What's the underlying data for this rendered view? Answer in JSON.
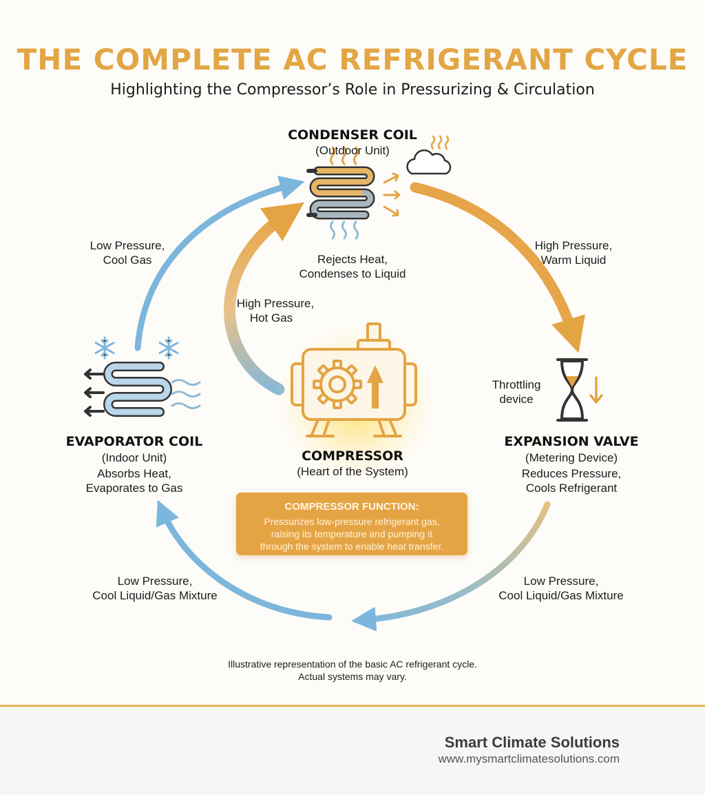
{
  "header": {
    "title": "THE COMPLETE AC REFRIGERANT CYCLE",
    "subtitle": "Highlighting the Compressor’s Role in Pressurizing & Circulation"
  },
  "components": {
    "condenser": {
      "name": "CONDENSER COIL",
      "location": "(Outdoor Unit)",
      "action_1": "Rejects Heat,",
      "action_2": "Condenses to Liquid"
    },
    "compressor": {
      "name": "COMPRESSOR",
      "location": "(Heart of the System)"
    },
    "evaporator": {
      "name": "EVAPORATOR COIL",
      "location": "(Indoor Unit)",
      "action_1": "Absorbs Heat,",
      "action_2": "Evaporates to Gas"
    },
    "expansion": {
      "name": "EXPANSION VALVE",
      "location": "(Metering Device)",
      "action_1": "Reduces Pressure,",
      "action_2": "Cools Refrigerant",
      "device_label_1": "Throttling",
      "device_label_2": "device"
    }
  },
  "flows": {
    "evap_to_cond": [
      "Low Pressure,",
      "Cool Gas"
    ],
    "comp_to_cond": [
      "High Pressure,",
      "Hot Gas"
    ],
    "cond_to_exp": [
      "High Pressure,",
      "Warm Liquid"
    ],
    "exp_to_bottom": [
      "Low Pressure,",
      "Cool Liquid/Gas Mixture"
    ],
    "bottom_to_evap": [
      "Low Pressure,",
      "Cool Liquid/Gas Mixture"
    ]
  },
  "function_box": {
    "heading": "COMPRESSOR FUNCTION:",
    "line_1": "Pressurizes low-pressure refrigerant gas,",
    "line_2": "raising its temperature and pumping it",
    "line_3": "through the system to enable heat transfer."
  },
  "note": {
    "line_1": "Illustrative representation of the basic AC refrigerant cycle.",
    "line_2": "Actual systems may vary."
  },
  "footer": {
    "brand": "Smart Climate Solutions",
    "url": "www.mysmartclimatesolutions.com"
  },
  "icons": [
    "condenser-coil-icon",
    "cloud-icon",
    "compressor-icon",
    "gear-icon",
    "up-arrow-icon",
    "evaporator-coil-icon",
    "snowflake-icon",
    "hourglass-icon",
    "down-arrow-icon",
    "sun-logo-icon"
  ],
  "colors": {
    "accent": "#e3a644",
    "warm_flow": "#e6a548",
    "cool_flow": "#7db6dc",
    "footer_bg": "#f6f6f5"
  }
}
